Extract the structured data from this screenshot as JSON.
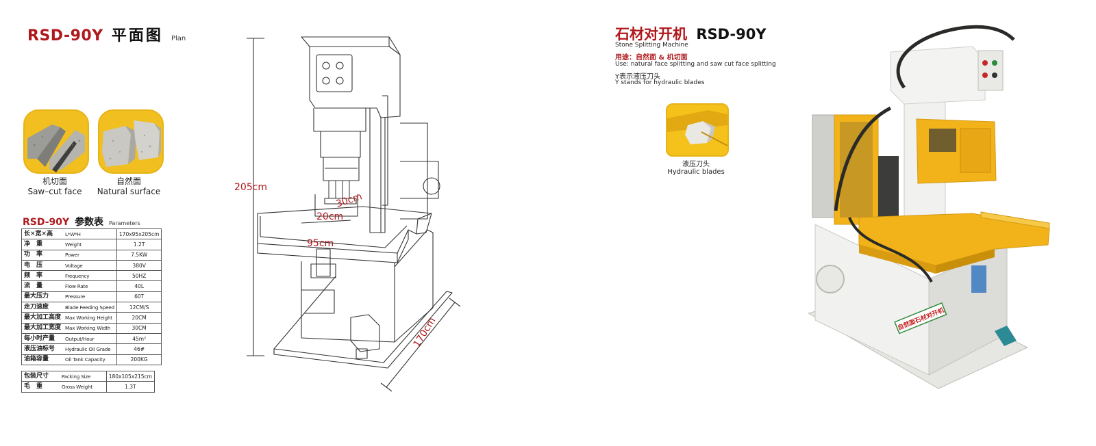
{
  "left_header": {
    "model": "RSD-90Y",
    "title_cn": "平面图",
    "title_en": "Plan"
  },
  "samples": [
    {
      "label_cn": "机切面",
      "label_en": "Saw–cut face",
      "icon": "sawcut-stone-photo"
    },
    {
      "label_cn": "自然面",
      "label_en": "Natural surface",
      "icon": "natural-stone-photo"
    }
  ],
  "parameters": {
    "model": "RSD-90Y",
    "title_cn": "参数表",
    "title_en": "Parameters",
    "rows": [
      {
        "cn": "长×宽×高",
        "en": "L*W*H",
        "value": "170x95x205cm"
      },
      {
        "cn": "净　重",
        "en": "Weight",
        "value": "1.2T"
      },
      {
        "cn": "功　率",
        "en": "Power",
        "value": "7.5KW"
      },
      {
        "cn": "电　压",
        "en": "Voltage",
        "value": "380V"
      },
      {
        "cn": "频　率",
        "en": "Frequency",
        "value": "50HZ"
      },
      {
        "cn": "流　量",
        "en": "Flow Rate",
        "value": "40L"
      },
      {
        "cn": "最大压力",
        "en": "Pressure",
        "value": "60T"
      },
      {
        "cn": "走刀速度",
        "en": "Blade Feeding Speed",
        "value": "12CM/S"
      },
      {
        "cn": "最大加工高度",
        "en": "Max Working Height",
        "value": "20CM"
      },
      {
        "cn": "最大加工宽度",
        "en": "Max Working Width",
        "value": "30CM"
      },
      {
        "cn": "每小时产量",
        "en": "Output/Hour",
        "value": "45m²"
      },
      {
        "cn": "液压油标号",
        "en": "Hydraulic Oil Grade",
        "value": "46#"
      },
      {
        "cn": "油箱容量",
        "en": "Oil Tank Capacity",
        "value": "200KG"
      }
    ],
    "packing_rows": [
      {
        "cn": "包装尺寸",
        "en": "Packing Size",
        "value": "180x105x215cm"
      },
      {
        "cn": "毛　重",
        "en": "Gross Weight",
        "value": "1.3T"
      }
    ]
  },
  "dimensions": {
    "height": "205cm",
    "depth": "30cm",
    "throat": "20cm",
    "width": "95cm",
    "length": "170cm"
  },
  "right_header": {
    "title_cn": "石材对开机",
    "model": "RSD-90Y",
    "subtitle_en": "Stone Splitting Machine",
    "use_label": "用途：",
    "use_cn": "自然面 & 机切面",
    "use_en": "Use: natural face splitting and saw cut face splitting",
    "y_cn": "Y表示液压刀头",
    "y_en": "Y stands for hydraulic blades"
  },
  "blade": {
    "label_cn": "液压刀头",
    "label_en": "Hydraulic blades"
  },
  "machine_photo": {
    "sticker_text": "自然面石材对开机"
  },
  "colors": {
    "accent_red": "#b0181c",
    "machine_yellow": "#f2b21a",
    "machine_white": "#f1f1ef"
  }
}
